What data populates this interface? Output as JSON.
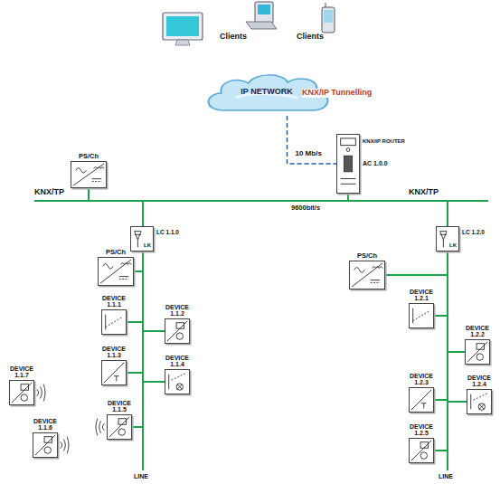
{
  "diagram": {
    "nodes": [
      {
        "text": [
          "IP NETWORK"
        ]
      },
      {
        "text": [
          "KNX/IP ROUTER",
          "AC 1.0.0"
        ]
      },
      {
        "text": [
          "PS/Ch"
        ]
      },
      {
        "text": [
          "LK",
          "LC 1.1.0"
        ]
      },
      {
        "text": [
          "PS/Ch"
        ]
      },
      {
        "text": [
          "DEVICE 1.1.1"
        ]
      },
      {
        "text": [
          "DEVICE 1.1.2"
        ]
      },
      {
        "text": [
          "DEVICE 1.1.3"
        ]
      },
      {
        "text": [
          "DEVICE 1.1.4"
        ]
      },
      {
        "text": [
          "DEVICE 1.1.5"
        ]
      },
      {
        "text": [
          "DEVICE 1.1.6"
        ]
      },
      {
        "text": [
          "DEVICE 1.1.7"
        ]
      },
      {
        "text": [
          "LK",
          "LC 1.2.0"
        ]
      },
      {
        "text": [
          "PS/Ch"
        ]
      },
      {
        "text": [
          "DEVICE 1.2.1"
        ]
      },
      {
        "text": [
          "DEVICE 1.2.2"
        ]
      },
      {
        "text": [
          "DEVICE 1.2.3"
        ]
      },
      {
        "text": [
          "DEVICE 1.2.4"
        ]
      },
      {
        "text": [
          "DEVICE 1.2.5"
        ]
      }
    ],
    "edges": [
      {
        "from": 0,
        "to": 1,
        "arrow": "none",
        "label": "10 Mb/s"
      }
    ],
    "labels": [
      "Clients",
      "Clients",
      "KNX/IP Tunnelling",
      "KNX/TP",
      "9600bit/s",
      "KNX/TP",
      "LINE",
      "LINE"
    ]
  }
}
